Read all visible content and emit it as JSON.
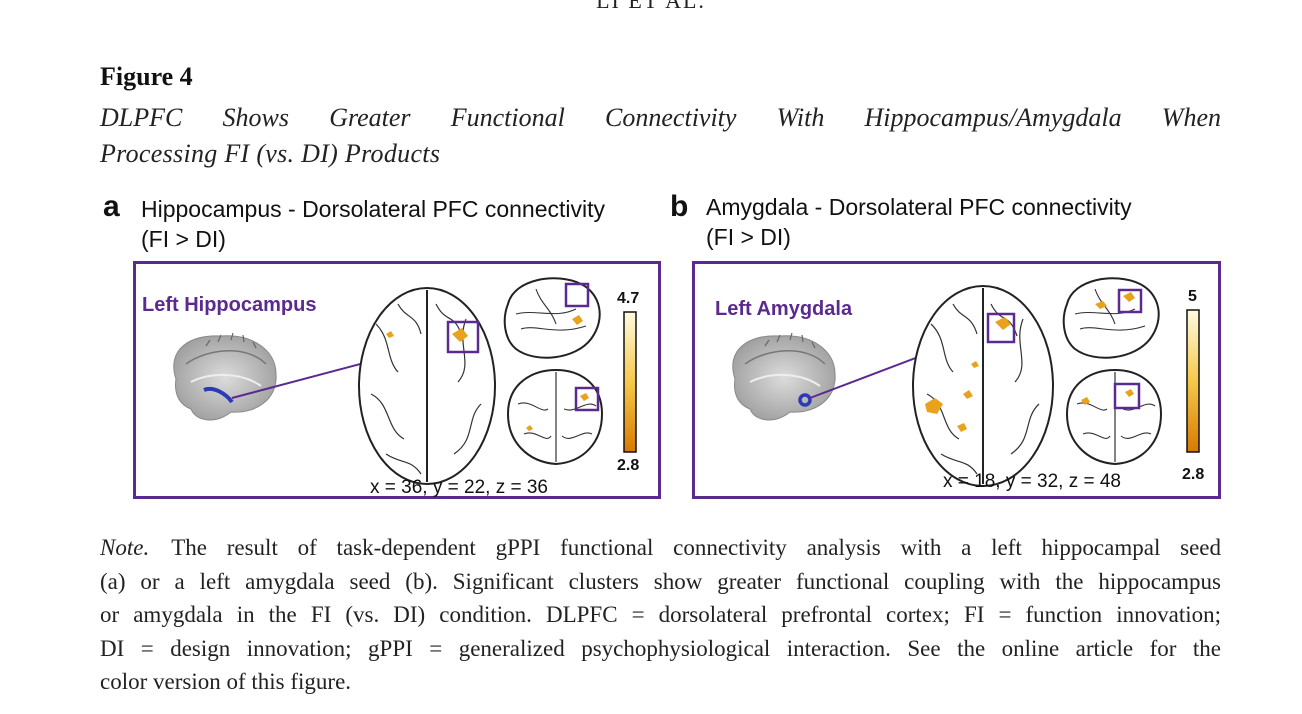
{
  "running_head": "LI ET AL.",
  "figure_label": "Figure 4",
  "figure_title_line1": "DLPFC Shows Greater Functional Connectivity With Hippocampus/Amygdala When",
  "figure_title_line2": "Processing FI (vs. DI) Products",
  "panel_a": {
    "letter": "a",
    "title_line1": "Hippocampus - Dorsolateral PFC connectivity",
    "title_line2": "(FI > DI)",
    "seed_label": "Left Hippocampus",
    "coordinates": "x = 36, y = 22, z = 36",
    "colorbar_max": "4.7",
    "colorbar_min": "2.8"
  },
  "panel_b": {
    "letter": "b",
    "title_line1": "Amygdala  - Dorsolateral PFC connectivity",
    "title_line2": "(FI > DI)",
    "seed_label": "Left Amygdala",
    "coordinates": "x = 18, y = 32, z = 48",
    "colorbar_max": "5",
    "colorbar_min": "2.8"
  },
  "note": {
    "lead": "Note.",
    "line1": "The result of task-dependent gPPI functional connectivity analysis with a left hippocampal seed",
    "line2": "(a) or a left amygdala seed (b). Significant clusters show greater functional coupling with the hippocampus",
    "line3": "or amygdala in the FI (vs. DI) condition. DLPFC = dorsolateral prefrontal cortex; FI = function innovation;",
    "line4": "DI = design innovation; gPPI = generalized psychophysiological interaction. See the online article for the",
    "line5": "color version of this figure."
  },
  "colors": {
    "frame": "#5b2a91",
    "seed_highlight": "#2a3bb5",
    "cluster": "#e8a21c",
    "colorbar_top": "#fffbe0",
    "colorbar_bottom": "#d77a00"
  }
}
